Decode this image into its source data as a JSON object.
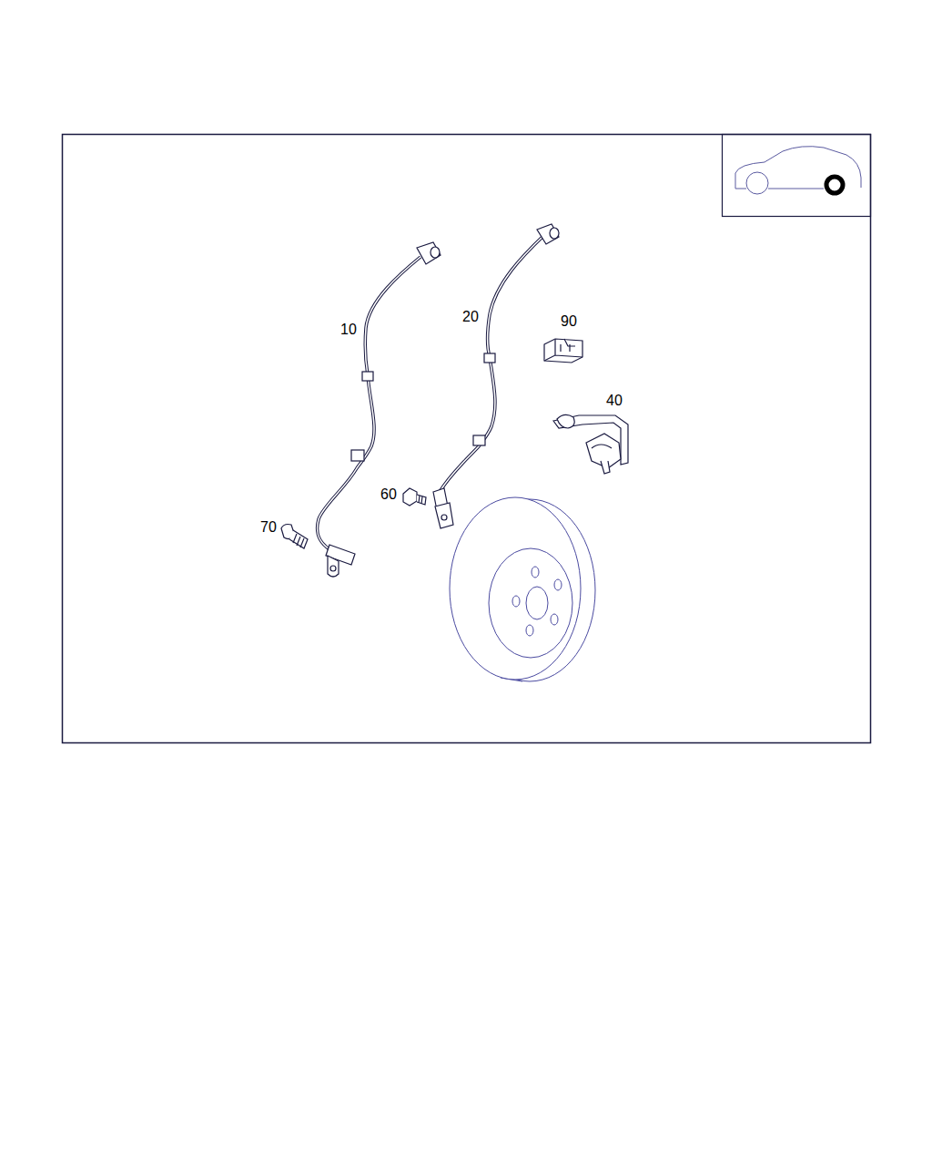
{
  "diagram": {
    "labels": [
      "10",
      "20",
      "90",
      "40",
      "60",
      "70"
    ]
  }
}
